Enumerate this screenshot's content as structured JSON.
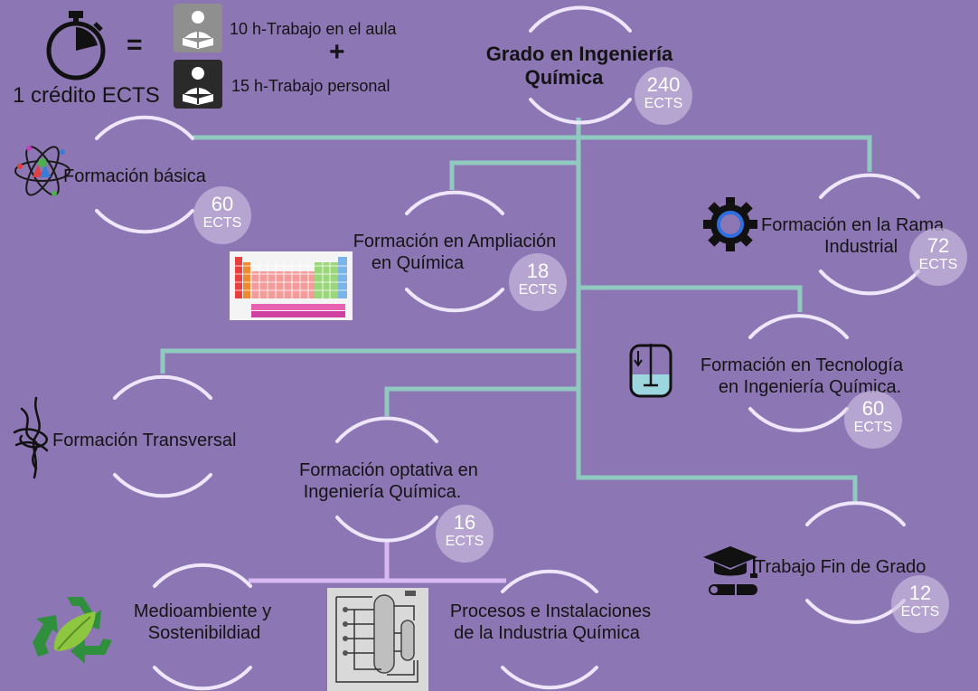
{
  "header": {
    "equals": "=",
    "plus": "+",
    "credit_label": "1 crédito ECTS",
    "classroom_label": "10 h-Trabajo en el aula",
    "personal_label": "15 h-Trabajo personal"
  },
  "degree": {
    "title_line1": "Grado en Ingeniería",
    "title_line2": "Química",
    "credits": "240",
    "unit": "ECTS"
  },
  "modules": {
    "basica": {
      "label": "Formación básica",
      "credits": "60",
      "unit": "ECTS"
    },
    "ampliacion": {
      "line1": "Formación en Ampliación",
      "line2": "en Química",
      "credits": "18",
      "unit": "ECTS"
    },
    "rama": {
      "line1": "Formación en la Rama",
      "line2": "Industrial",
      "credits": "72",
      "unit": "ECTS"
    },
    "tecnologia": {
      "line1": "Formación en Tecnología",
      "line2": "en Ingeniería Química.",
      "credits": "60",
      "unit": "ECTS"
    },
    "transversal": {
      "label": "Formación Transversal"
    },
    "optativa": {
      "line1": "Formación optativa en",
      "line2": "Ingeniería Química.",
      "credits": "16",
      "unit": "ECTS"
    },
    "tfg": {
      "label": "Trabajo Fin de Grado",
      "credits": "12",
      "unit": "ECTS"
    },
    "medioambiente": {
      "line1": "Medioambiente y",
      "line2": "Sostenibildiad"
    },
    "procesos": {
      "line1": "Procesos e Instalaciones",
      "line2": "de la Industria Química"
    }
  },
  "colors": {
    "background": "#8C76B4",
    "connector": "#8FC9C0",
    "arc": "#EEE6FA",
    "lilac_connector": "#D8B8F2"
  },
  "icons": [
    "stopwatch-icon",
    "classroom-reader-icon",
    "personal-reader-icon",
    "atom-icon",
    "periodic-table-icon",
    "gear-icon",
    "tank-icon",
    "knot-icon",
    "graduation-icon",
    "recycle-leaf-icon",
    "process-plant-icon"
  ]
}
